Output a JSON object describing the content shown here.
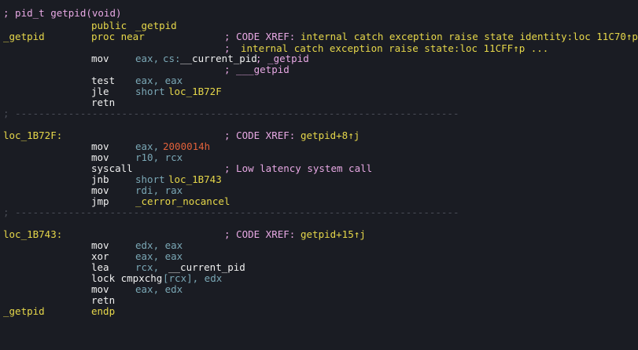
{
  "header_comment": "; pid_t getpid(void)",
  "block1": {
    "public": "public",
    "public_sym": "_getpid",
    "label": "_getpid",
    "proc": "proc near",
    "xref1_prefix": "; CODE XREF:",
    "xref1_text": "internal catch exception raise state identity:loc 11C70↑p",
    "xref2_prefix": ";",
    "xref2_text": "internal catch exception raise state:loc 11CFF↑p ...",
    "mov": "mov",
    "mov_op1": "eax,",
    "mov_seg": "cs:",
    "mov_sym": "__current_pid",
    "mov_cmt": "; _getpid",
    "cmt3": "; ___getpid",
    "test": "test",
    "test_ops": "eax, eax",
    "jle": "jle",
    "jle_short": "short",
    "jle_target": "loc_1B72F",
    "retn": "retn"
  },
  "separator": "; ---------------------------------------------------------------------------",
  "block2": {
    "label": "loc_1B72F:",
    "xref_prefix": "; CODE XREF:",
    "xref_text": "getpid+8↑j",
    "mov": "mov",
    "mov_reg": "eax,",
    "mov_imm": "2000014h",
    "mov2": "mov",
    "mov2_ops": "r10, rcx",
    "syscall": "syscall",
    "syscall_cmt": "; Low latency system call",
    "jnb": "jnb",
    "jnb_short": "short",
    "jnb_target": "loc_1B743",
    "mov3": "mov",
    "mov3_ops": "rdi, rax",
    "jmp": "jmp",
    "jmp_target": "_cerror_nocancel"
  },
  "block3": {
    "label": "loc_1B743:",
    "xref_prefix": "; CODE XREF:",
    "xref_text": "getpid+15↑j",
    "mov": "mov",
    "mov_ops": "edx, eax",
    "xor": "xor",
    "xor_ops": "eax, eax",
    "lea": "lea",
    "lea_reg": "rcx,",
    "lea_sym": "__current_pid",
    "cmpx": "lock cmpxchg",
    "cmpx_ops": "[rcx], edx",
    "mov2": "mov",
    "mov2_ops": "eax, edx",
    "retn": "retn",
    "end_label": "_getpid",
    "endp": "endp"
  }
}
